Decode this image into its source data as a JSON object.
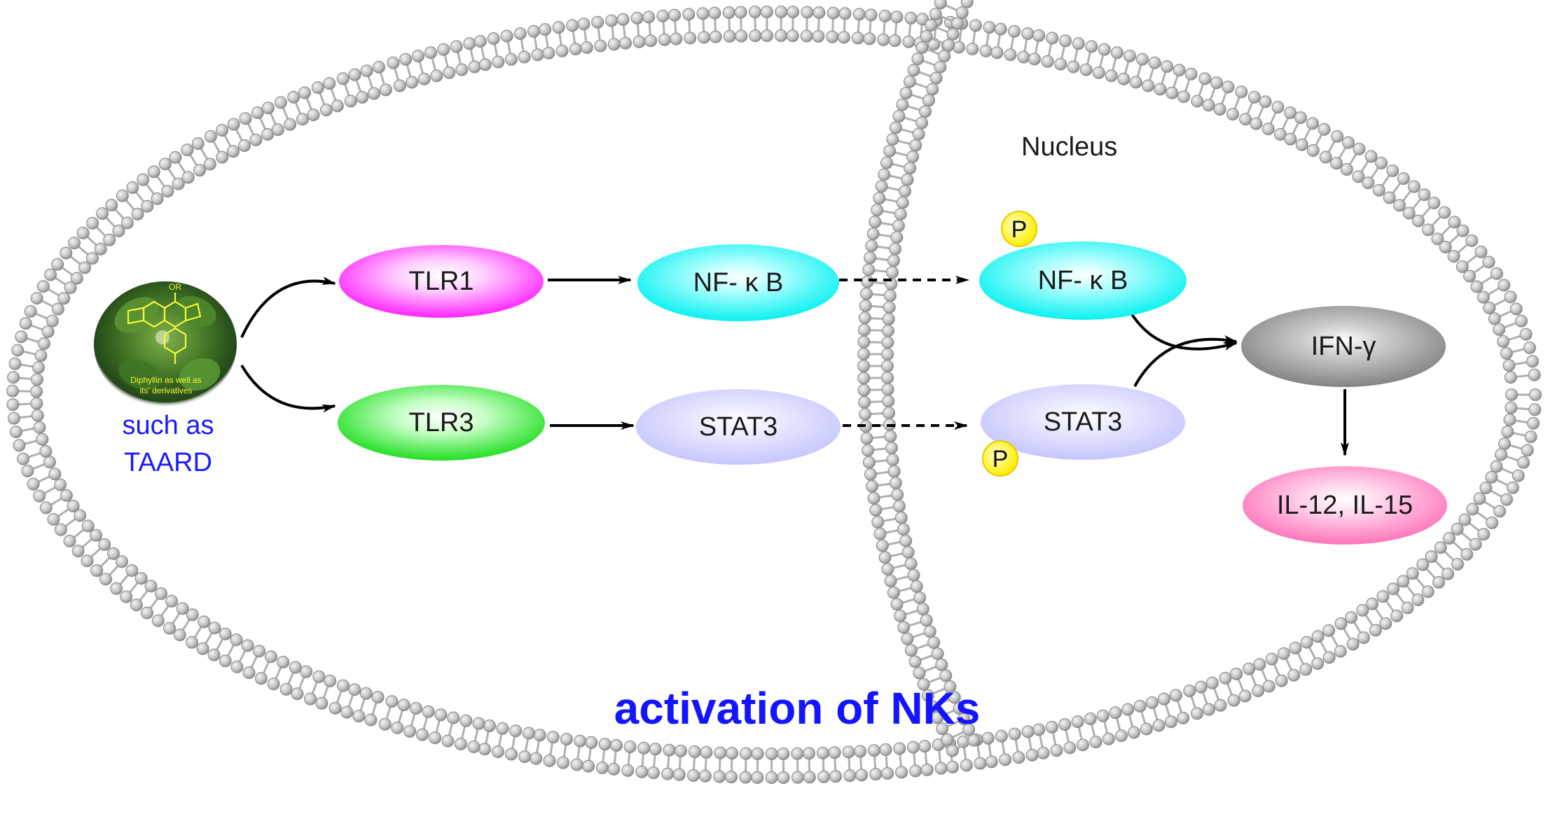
{
  "caption": "activation of NKs",
  "nucleus_label": "Nucleus",
  "source": {
    "line1": "such as",
    "line2": "TAARD",
    "image_text_line1": "Diphyllin as well as",
    "image_text_line2": "its' derivatives",
    "image_text_or": "OR"
  },
  "nodes": {
    "tlr1": "TLR1",
    "tlr3": "TLR3",
    "nfkb_cyto": "NF- κ B",
    "stat3_cyto": "STAT3",
    "nfkb_nuc": "NF- κ B",
    "stat3_nuc": "STAT3",
    "ifn": "IFN-γ",
    "il": "IL-12, IL-15"
  },
  "phospho": {
    "top": "P",
    "bottom": "P"
  },
  "edges": [
    {
      "from": "source",
      "to": "TLR1",
      "style": "solid"
    },
    {
      "from": "source",
      "to": "TLR3",
      "style": "solid"
    },
    {
      "from": "TLR1",
      "to": "NF- κ B",
      "style": "solid"
    },
    {
      "from": "TLR3",
      "to": "STAT3",
      "style": "solid"
    },
    {
      "from": "NF- κ B",
      "to": "NF- κ B (nucleus)",
      "style": "dashed"
    },
    {
      "from": "STAT3",
      "to": "STAT3 (nucleus)",
      "style": "dashed"
    },
    {
      "from": "NF- κ B (nucleus)",
      "to": "IFN-γ",
      "style": "solid"
    },
    {
      "from": "STAT3 (nucleus)",
      "to": "IFN-γ",
      "style": "solid"
    },
    {
      "from": "IFN-γ",
      "to": "IL-12, IL-15",
      "style": "solid"
    }
  ],
  "colors": {
    "tlr1": "#ff1aff",
    "tlr3": "#18dd18",
    "nfkb": "#00ffff",
    "stat3": "#c9c9ff",
    "ifn": "#909090",
    "il": "#ff7fbf",
    "phospho": "#ffff00",
    "membrane": "#b5b5b5",
    "caption": "#1414ff"
  }
}
